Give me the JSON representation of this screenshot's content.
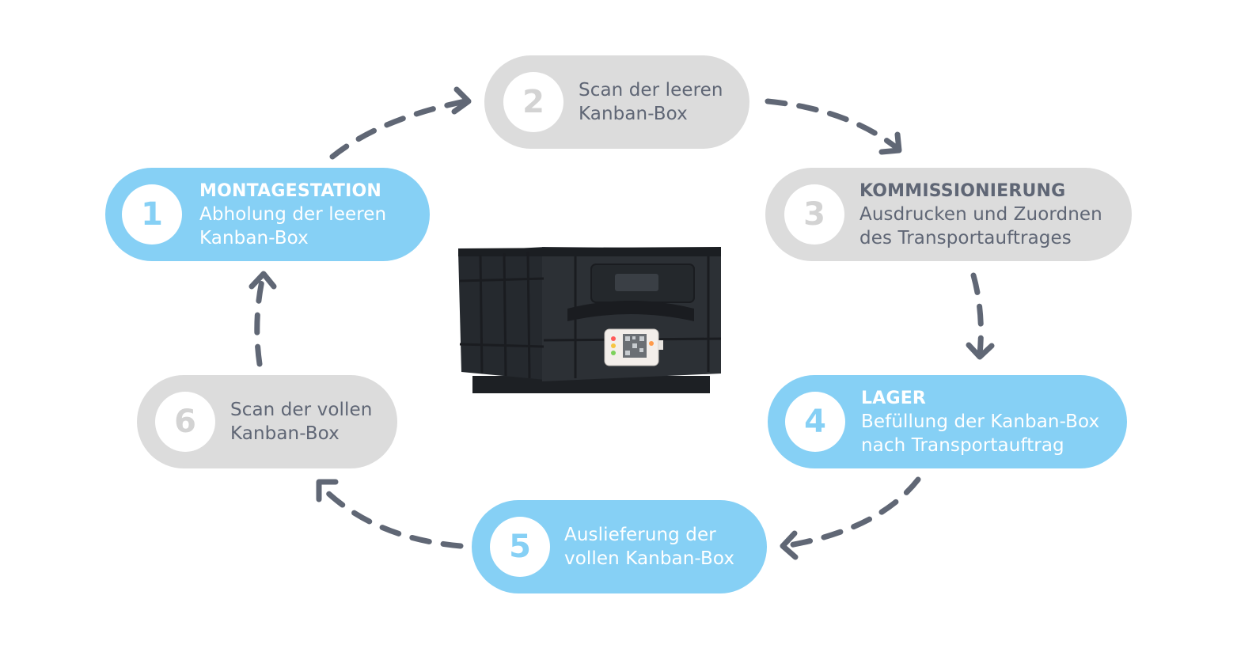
{
  "colors": {
    "blue_pill": "#86d0f5",
    "gray_pill": "#dcdcdc",
    "text_gray": "#5f6675",
    "arrow": "#606775"
  },
  "steps": [
    {
      "number": "1",
      "title": "MONTAGESTATION",
      "lines": [
        "Abholung der leeren",
        "Kanban-Box"
      ],
      "style": "blue"
    },
    {
      "number": "2",
      "title": "",
      "lines": [
        "Scan der leeren",
        "Kanban-Box"
      ],
      "style": "gray"
    },
    {
      "number": "3",
      "title": "KOMMISSIONIERUNG",
      "lines": [
        "Ausdrucken und Zuordnen",
        "des Transportauftrages"
      ],
      "style": "gray"
    },
    {
      "number": "4",
      "title": "LAGER",
      "lines": [
        "Befüllung der Kanban-Box",
        "nach Transportauftrag"
      ],
      "style": "blue"
    },
    {
      "number": "5",
      "title": "",
      "lines": [
        "Auslieferung der",
        "vollen Kanban-Box"
      ],
      "style": "blue"
    },
    {
      "number": "6",
      "title": "",
      "lines": [
        "Scan der vollen",
        "Kanban-Box"
      ],
      "style": "gray"
    }
  ],
  "center_image": {
    "icon": "kanban-box-with-qr-tag-icon"
  }
}
